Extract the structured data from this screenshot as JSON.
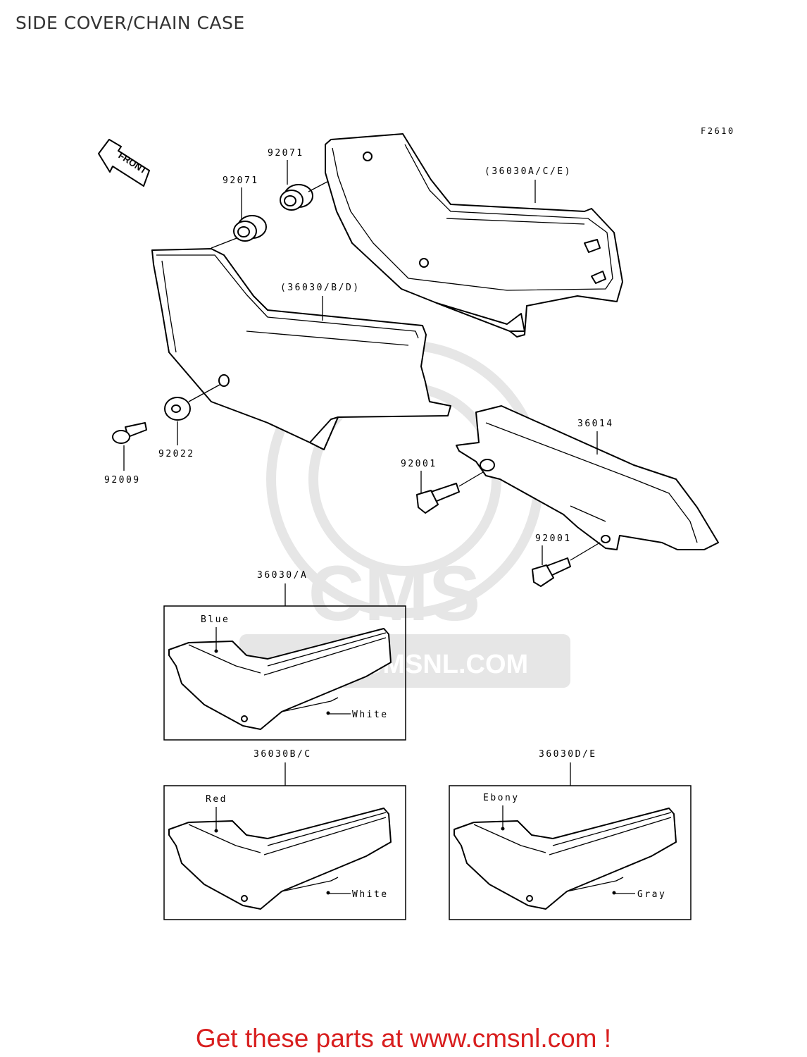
{
  "title": "SIDE COVER/CHAIN CASE",
  "figure_code": "F2610",
  "direction_label": "FRONT",
  "watermark": {
    "brand": "CMS",
    "url": "WWW.CMSNL.COM",
    "color": "#e6e6e6"
  },
  "parts": {
    "grommet_left": "92071",
    "grommet_right": "92071",
    "cover_right": "(36030A/C/E)",
    "cover_left": "(36030/B/D)",
    "chain_case": "36014",
    "washer": "92022",
    "screw": "92009",
    "bolt_upper": "92001",
    "bolt_lower": "92001"
  },
  "variants": [
    {
      "part": "36030/A",
      "upper_color": "Blue",
      "lower_color": "White"
    },
    {
      "part": "36030B/C",
      "upper_color": "Red",
      "lower_color": "White"
    },
    {
      "part": "36030D/E",
      "upper_color": "Ebony",
      "lower_color": "Gray"
    }
  ],
  "footer": "Get these parts at www.cmsnl.com !",
  "colors": {
    "footer": "#d81e1e",
    "title": "#333333"
  }
}
